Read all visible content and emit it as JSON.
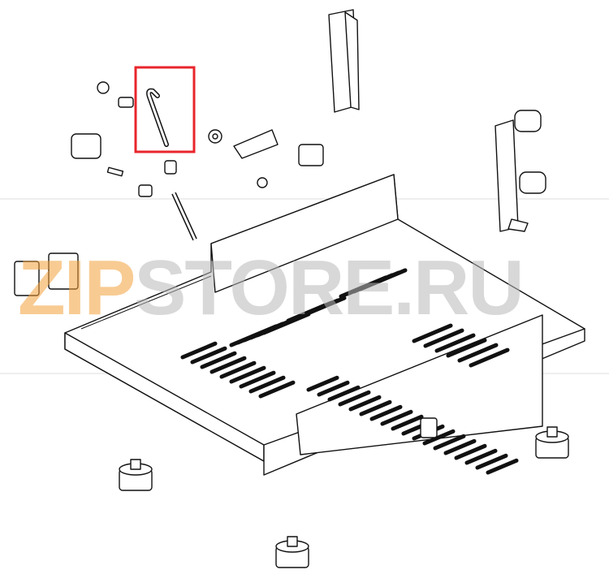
{
  "watermark": {
    "part1": "ZIP",
    "part2": "STORE.RU"
  },
  "highlight": {
    "color": "#e8252b",
    "label": "selected-part-rod"
  },
  "colors": {
    "line": "#111111",
    "watermark_orange": "#f4a23c",
    "watermark_gray": "#b9b9b9"
  }
}
